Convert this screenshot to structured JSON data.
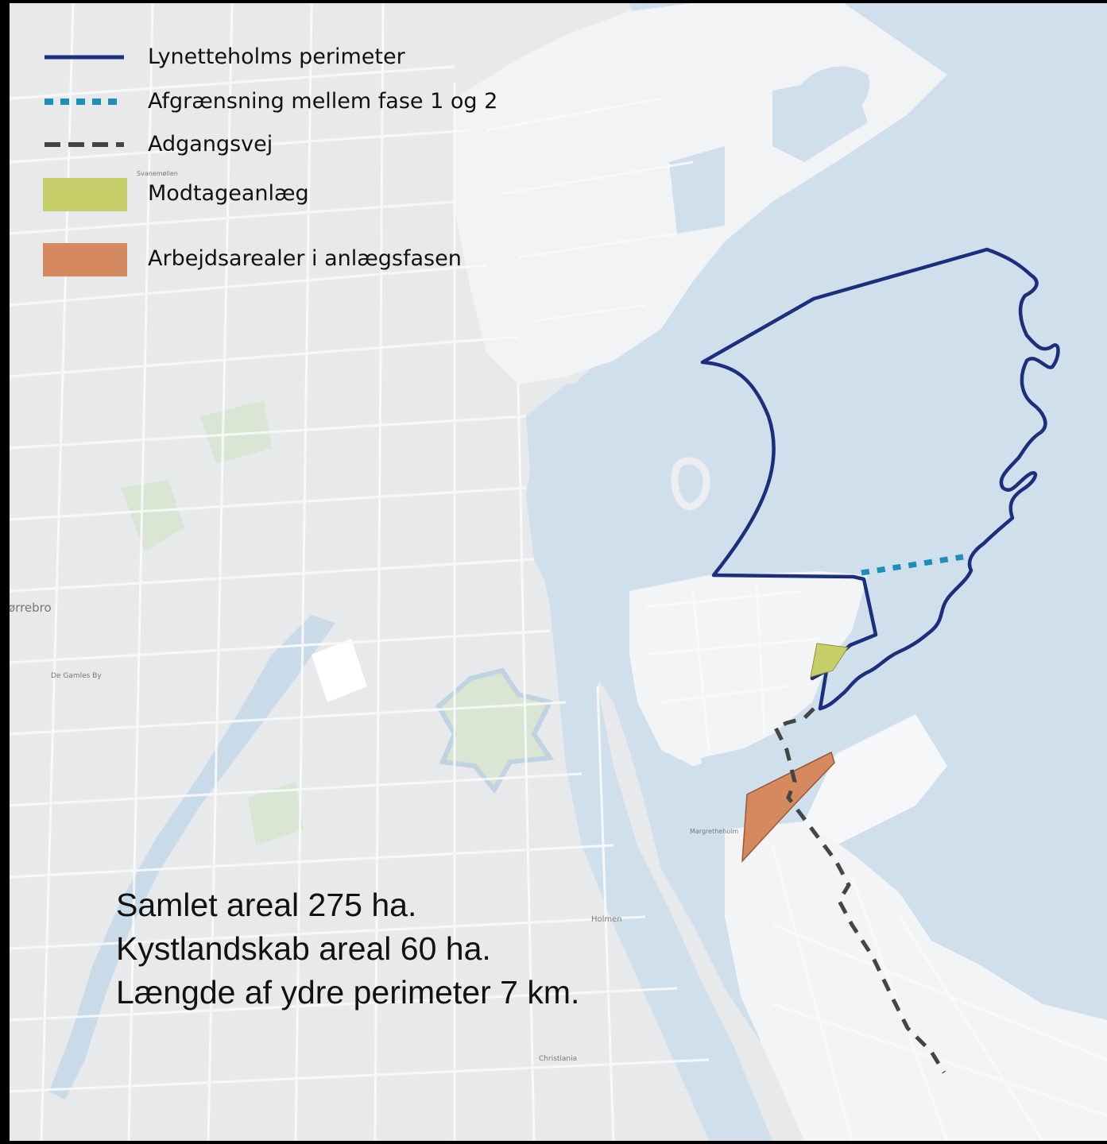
{
  "legend": {
    "items": [
      {
        "label": "Lynetteholms perimeter",
        "color": "#1b2f7c",
        "style": "solid-line"
      },
      {
        "label": "Afgrænsning mellem fase 1 og 2",
        "color": "#1b8fb8",
        "style": "dotted-line"
      },
      {
        "label": "Adgangsvej",
        "color": "#454545",
        "style": "dashed-line"
      },
      {
        "label": "Modtageanlæg",
        "color": "#c7cf6a",
        "style": "fill"
      },
      {
        "label": "Arbejdsarealer i anlægsfasen",
        "color": "#d4895f",
        "style": "fill"
      }
    ]
  },
  "stats": {
    "line1": "Samlet areal 275 ha.",
    "line2": "Kystlandskab areal 60 ha.",
    "line3": "Længde af ydre perimeter 7 km."
  },
  "places": {
    "norrebro": "ørrebro",
    "de_gamles_by": "De Gamles By",
    "margretheholm": "Margretheholm",
    "holmen": "Holmen",
    "christiania": "Christiania",
    "svanemollen": "Svanemøllen"
  },
  "colors": {
    "water": "#cfe0ec",
    "land": "#e9ebed",
    "land_built": "#f3f4f5",
    "road": "#ffffff",
    "green": "#d9e6d3"
  }
}
